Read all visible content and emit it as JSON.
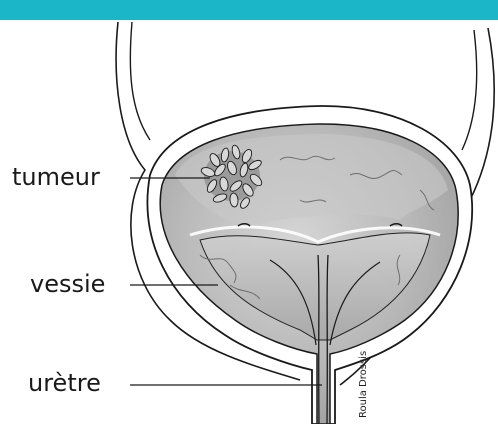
{
  "title": "",
  "colors": {
    "accent_bar": "#1bb6c8",
    "bladder_fill": "#b7b7b7",
    "bladder_light": "#d9d9d9",
    "bladder_dark": "#8e8e8e",
    "outline": "#1a1a1a"
  },
  "labels": {
    "tumeur": "tumeur",
    "vessie": "vessie",
    "uretre": "urètre"
  },
  "credit": "Roula Drossis"
}
